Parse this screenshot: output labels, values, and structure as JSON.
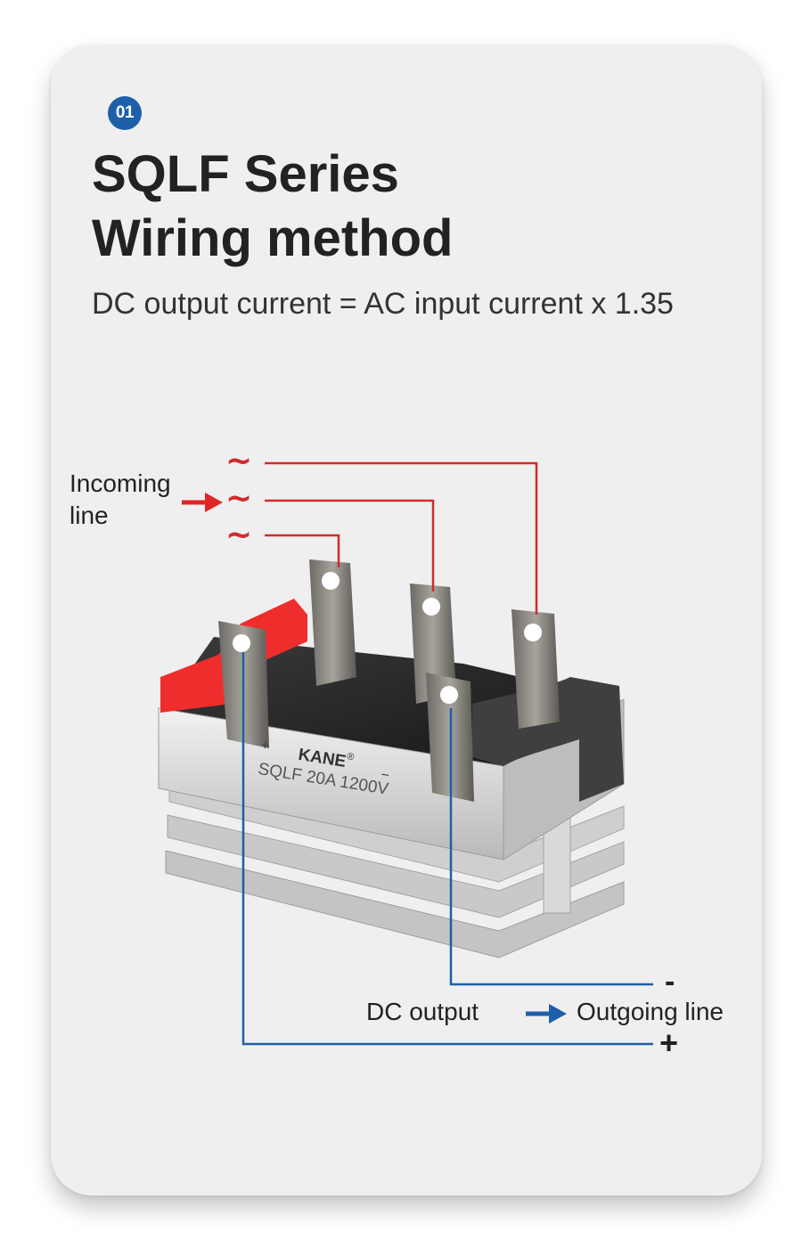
{
  "badge": "01",
  "title": {
    "line1": "SQLF Series",
    "line2": "Wiring method"
  },
  "subtitle": "DC output current = AC input current x 1.35",
  "labels": {
    "incoming_line1": "Incoming",
    "incoming_line2": "line",
    "ac_symbol": "~",
    "dc_output": "DC output",
    "outgoing_line": "Outgoing line",
    "minus": "-",
    "plus": "+"
  },
  "device_marking": {
    "brand": "KANE",
    "registered": "®",
    "model": "SQLF 20A 1200V",
    "pos_mark": "+",
    "neg_mark": "−"
  },
  "colors": {
    "ac_wire": "#d12b2b",
    "dc_wire": "#1e5faa",
    "badge": "#1e5faa",
    "arrow_in": "#e02525",
    "arrow_out": "#1e5faa"
  }
}
